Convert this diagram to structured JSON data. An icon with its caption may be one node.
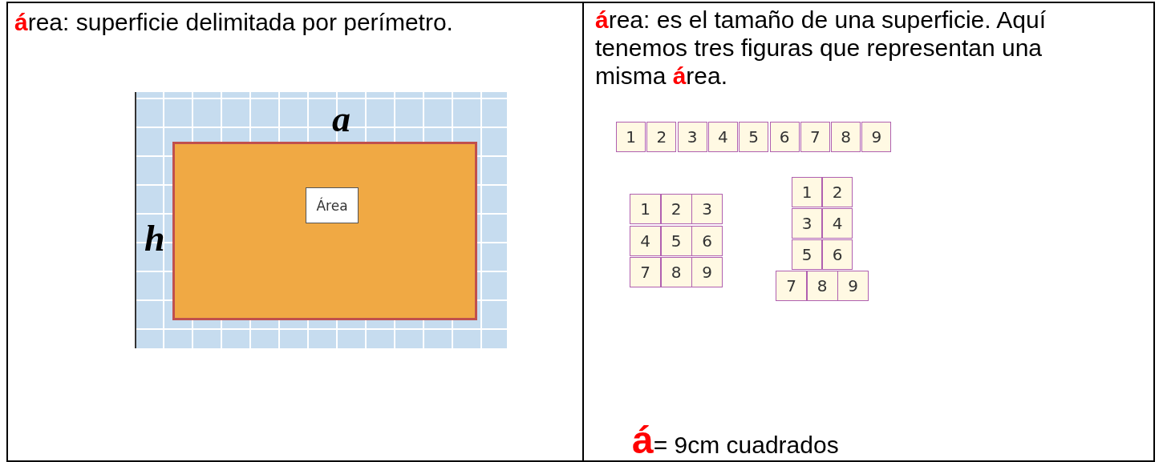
{
  "diagram": {
    "labels": [
      "**á**rea: superficie delimitada por perímetro.",
      "a",
      "h",
      "Área",
      "**á**rea: es el tamaño de una superficie. Aquí tenemos tres figuras que representan una misma **á**rea.",
      "1",
      "2",
      "3",
      "4",
      "5",
      "6",
      "7",
      "8",
      "9",
      "1",
      "2",
      "3",
      "4",
      "5",
      "6",
      "7",
      "8",
      "9",
      "1",
      "2",
      "3",
      "4",
      "5",
      "6",
      "7",
      "8",
      "9",
      "**á**= 9cm cuadrados"
    ]
  }
}
